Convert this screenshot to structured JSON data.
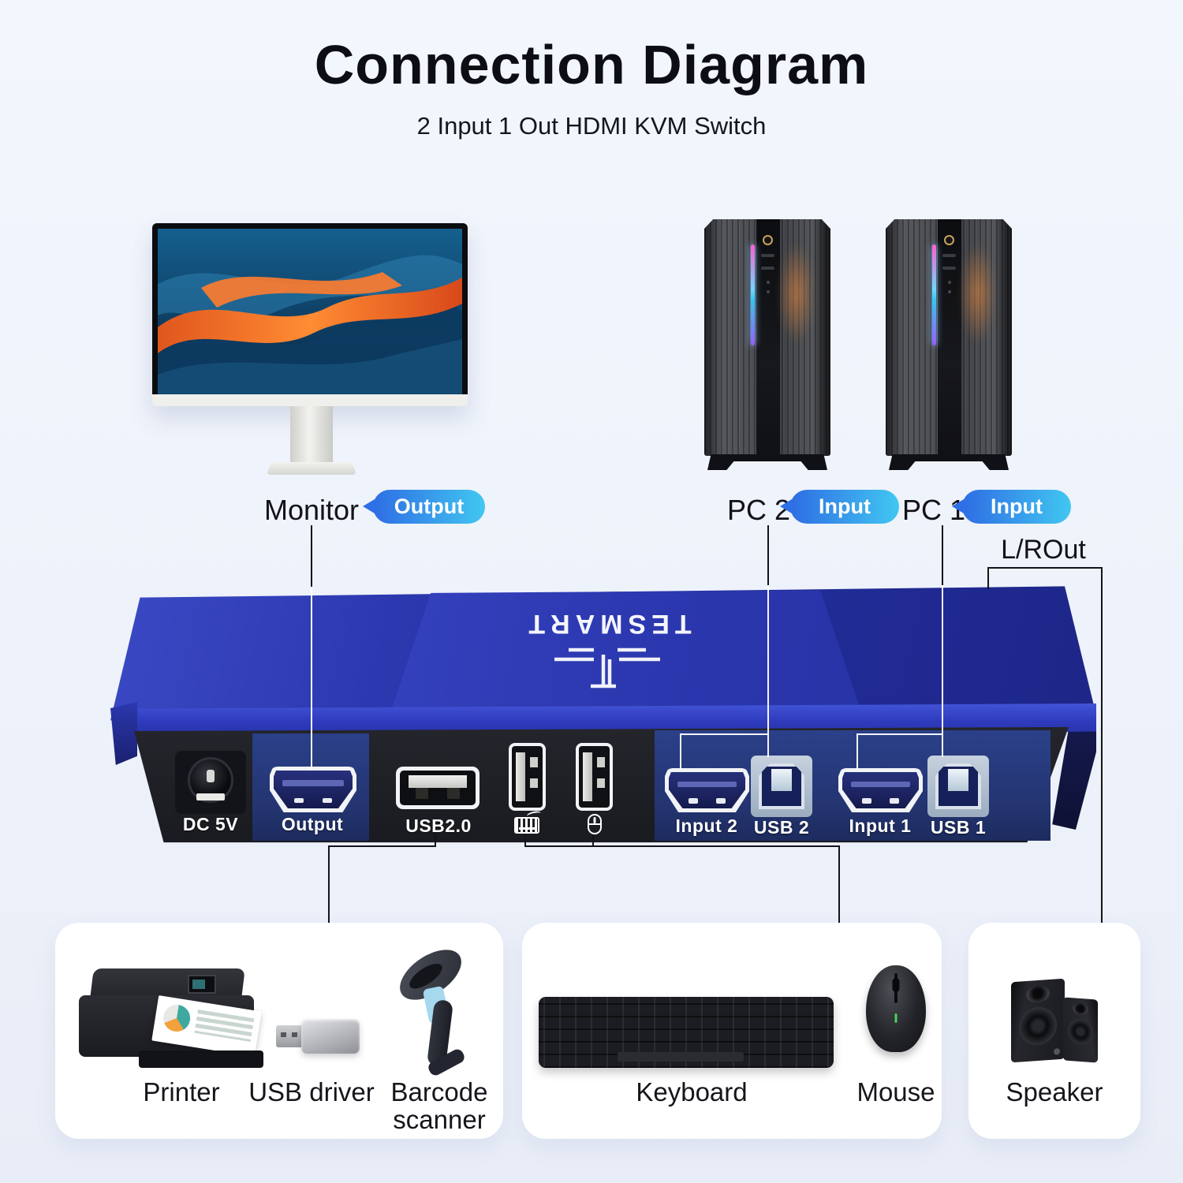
{
  "title": "Connection Diagram",
  "subtitle": "2 Input 1 Out HDMI KVM Switch",
  "brand": "TESMART",
  "nodes": {
    "monitor": {
      "label": "Monitor",
      "badge": "Output"
    },
    "pc2": {
      "label": "PC 2",
      "badge": "Input"
    },
    "pc1": {
      "label": "PC 1",
      "badge": "Input"
    },
    "audio": {
      "label": "L/ROut"
    }
  },
  "device_ports": {
    "power": "DC 5V",
    "output": "Output",
    "usb_hub": "USB2.0",
    "input2": "Input 2",
    "usb2": "USB 2",
    "input1": "Input 1",
    "usb1": "USB 1"
  },
  "icons": {
    "keyboard_port": "keyboard-icon",
    "mouse_port": "mouse-icon"
  },
  "peripheral_groups": [
    {
      "items": [
        {
          "label": "Printer"
        },
        {
          "label": "USB driver"
        },
        {
          "label": "Barcode scanner"
        }
      ]
    },
    {
      "items": [
        {
          "label": "Keyboard"
        },
        {
          "label": "Mouse"
        }
      ]
    },
    {
      "items": [
        {
          "label": "Speaker"
        }
      ]
    }
  ],
  "colors": {
    "background_top": "#f2f6fd",
    "background_bottom": "#e9edf7",
    "badge_gradient_from": "#2e6de4",
    "badge_gradient_to": "#41c7f1",
    "device_blue": "#2c38af",
    "device_panel_dark": "#24262c",
    "port_zone_blue": "#27397f",
    "line_dark": "#131419",
    "line_on_device": "#ffffff"
  }
}
